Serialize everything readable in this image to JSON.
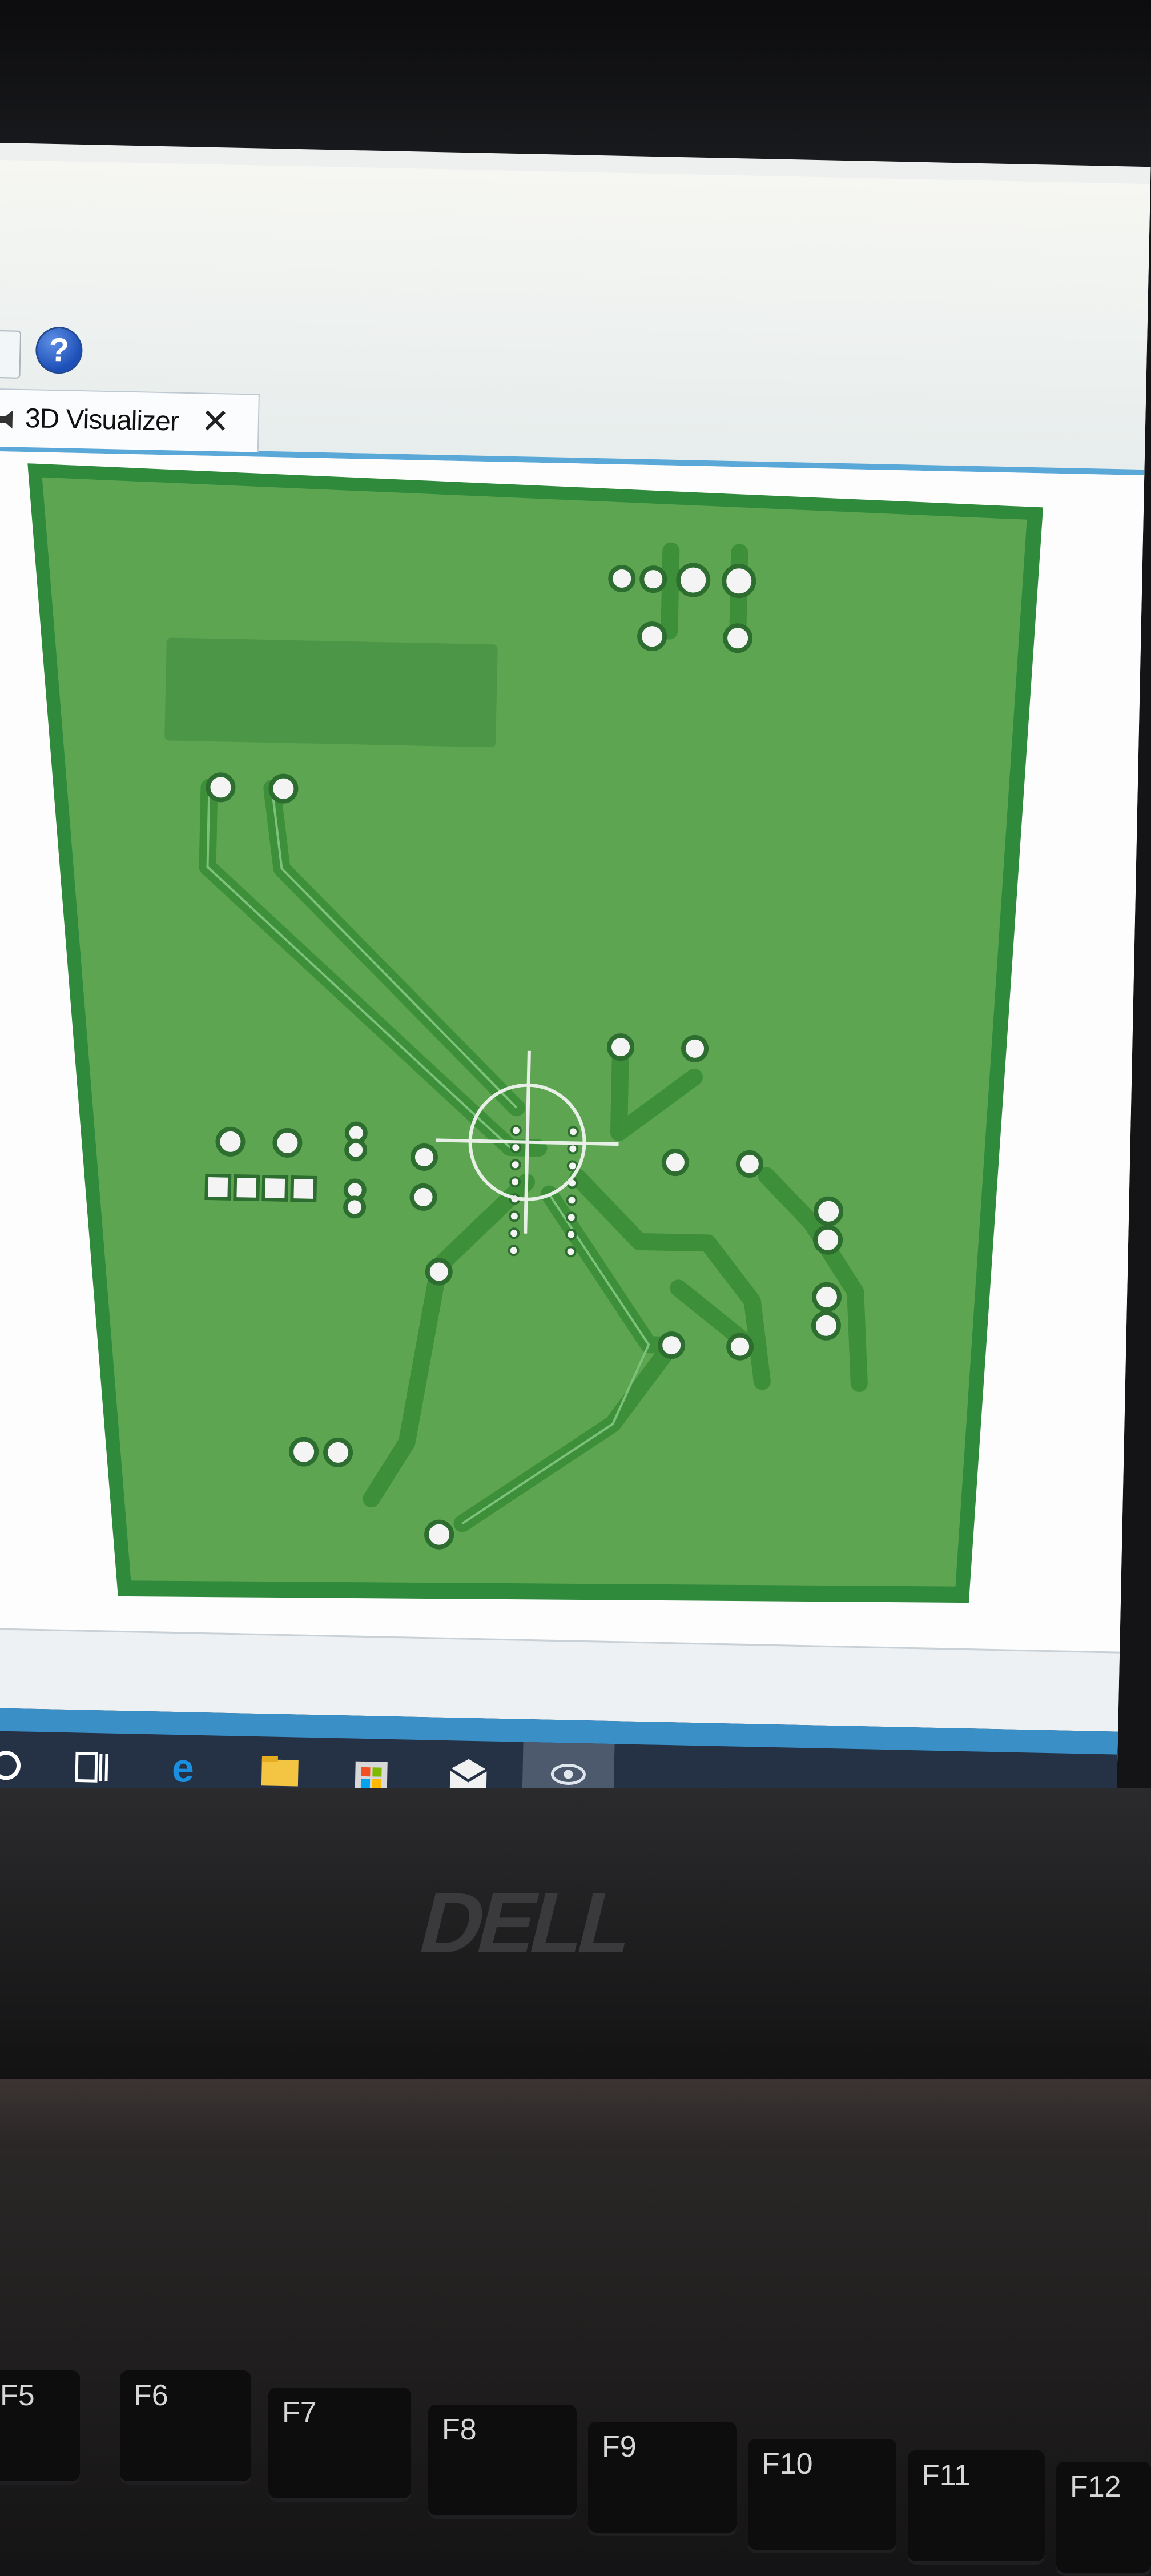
{
  "window": {
    "tab_title": "3D Visualizer",
    "tab_close": "✕",
    "help_label": "?"
  },
  "colors": {
    "board_edge": "#2f8a3c",
    "board_fill": "#5ea552",
    "trace": "#3d8f3a",
    "pad": "#f4f4f4",
    "taskbar": "#253245",
    "accent": "#3a8fc6"
  },
  "taskbar": {
    "icons": [
      "cortana-circle-icon",
      "task-view-icon",
      "edge-icon",
      "file-explorer-icon",
      "store-icon",
      "mail-icon",
      "pcb-app-icon"
    ]
  },
  "laptop": {
    "brand": "DELL"
  },
  "keyboard": {
    "keys": [
      "F5",
      "F6",
      "F7",
      "F8",
      "F9",
      "F10",
      "F11",
      "F12"
    ]
  }
}
